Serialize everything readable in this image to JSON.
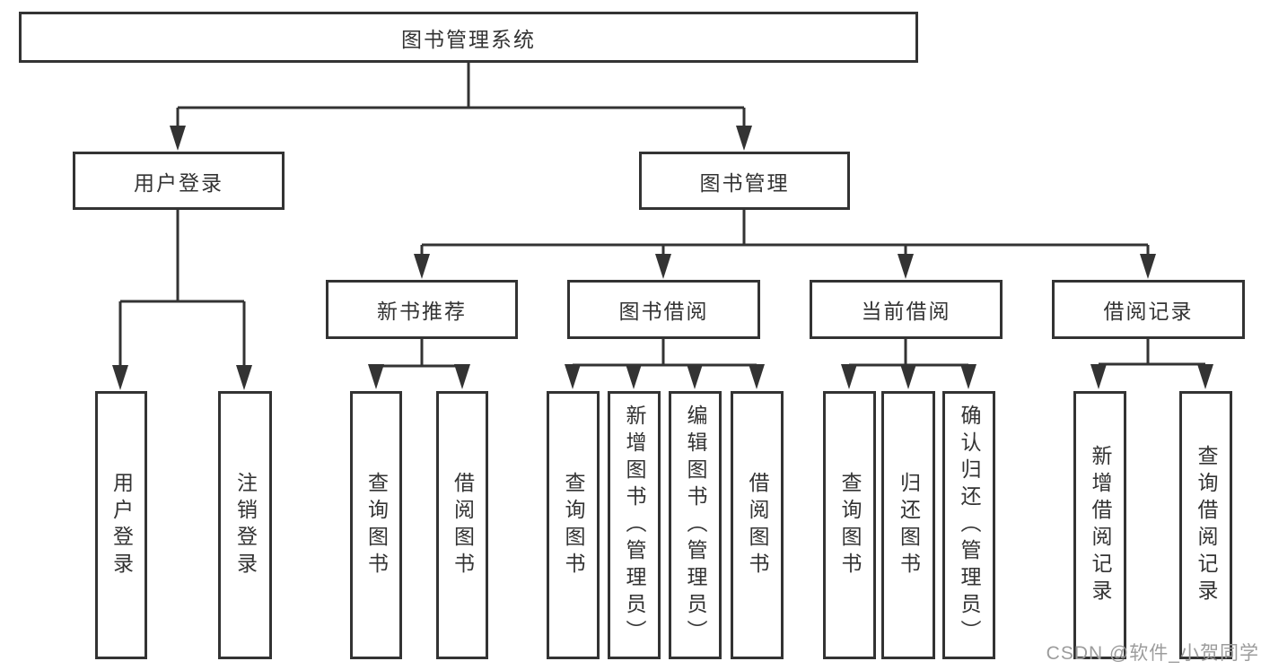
{
  "diagram": {
    "tree": {
      "label": "图书管理系统",
      "children": [
        {
          "label": "用户登录",
          "children": [
            {
              "label": "用户登录"
            },
            {
              "label": "注销登录"
            }
          ]
        },
        {
          "label": "图书管理",
          "children": [
            {
              "label": "新书推荐",
              "children": [
                {
                  "label": "查询图书"
                },
                {
                  "label": "借阅图书"
                }
              ]
            },
            {
              "label": "图书借阅",
              "children": [
                {
                  "label": "查询图书"
                },
                {
                  "label": "新增图书（管理员）"
                },
                {
                  "label": "编辑图书（管理员）"
                },
                {
                  "label": "借阅图书"
                }
              ]
            },
            {
              "label": "当前借阅",
              "children": [
                {
                  "label": "查询图书"
                },
                {
                  "label": "归还图书"
                },
                {
                  "label": "确认归还（管理员）"
                }
              ]
            },
            {
              "label": "借阅记录",
              "children": [
                {
                  "label": "新增借阅记录"
                },
                {
                  "label": "查询借阅记录"
                }
              ]
            }
          ]
        }
      ]
    },
    "colors": {
      "line": "#333333",
      "text": "#333333",
      "background": "#ffffff",
      "watermark": "#9c9c9c"
    }
  },
  "watermark": {
    "text": "CSDN @软件_小贺同学"
  }
}
